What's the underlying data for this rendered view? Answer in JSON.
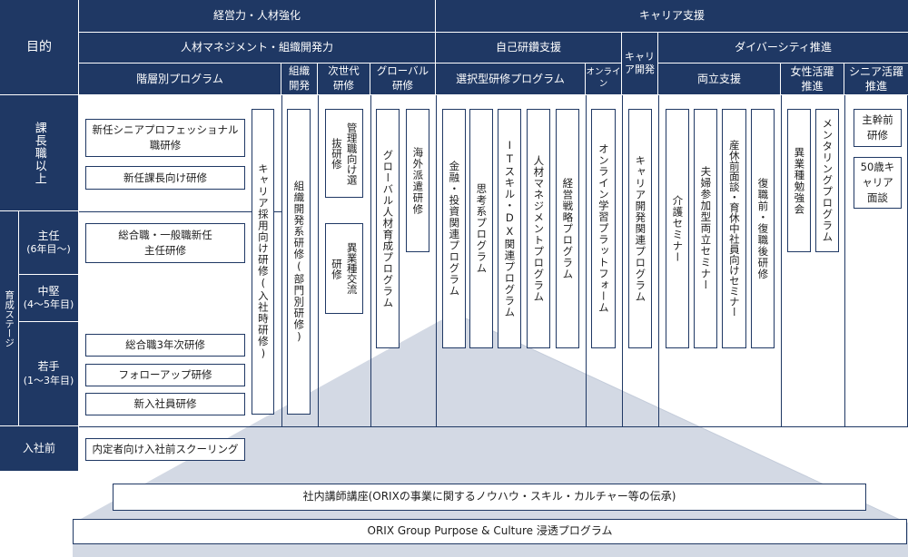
{
  "headers": {
    "purpose": "目的",
    "keiei": "経営力・人材強化",
    "career": "キャリア支援",
    "jinzai_mgmt": "人材マネジメント・組織開発力",
    "jiko": "自己研鑽支援",
    "career_dev": "キャリア開発",
    "diversity": "ダイバーシティ推進",
    "kaisou": "階層別プログラム",
    "soshiki": "組織開発",
    "jisedai": "次世代研修",
    "global": "グローバル研修",
    "sentaku": "選択型研修プログラム",
    "online": "オンライン",
    "ryoritsu": "両立支援",
    "josei": "女性活躍推進",
    "senior": "シニア活躍推進"
  },
  "stages": {
    "kacho": "課長職以上",
    "ikusei": "育成ステージ",
    "shunin": "主任",
    "shunin_sub": "(6年目〜)",
    "chuken": "中堅",
    "chuken_sub": "(4〜5年目)",
    "wakate": "若手",
    "wakate_sub": "(1〜3年目)",
    "nyusha": "入社前"
  },
  "programs": {
    "senior_pro": "新任シニアプロフェッショナル職研修",
    "new_kacho": "新任課長向け研修",
    "shunin_kensyu": "総合職・一般職新任主任研修",
    "sogo3": "総合職3年次研修",
    "followup": "フォローアップ研修",
    "shinnyu": "新入社員研修",
    "naitei": "内定者向け入社前スクーリング",
    "career_saiyo": "キャリア採用向け研修(入社時研修)",
    "soshiki_kaihatsu": "組織開発系研修(部門別研修)",
    "kanri_senbatsu": "管理職向け選抜研修",
    "igyoshu_koryu": "異業種交流研修",
    "global_jinzai": "グローバル人材育成プログラム",
    "kaigai_haken": "海外派遣研修",
    "kinyu": "金融・投資関連プログラム",
    "shiko": "思考系プログラム",
    "it_dx": "ITスキル・DX関連プログラム",
    "jinzai_program": "人材マネジメントプログラム",
    "keiei_senryaku": "経営戦略プログラム",
    "online_platform": "オンライン学習プラットフォーム",
    "career_kaihatsu": "キャリア開発関連プログラム",
    "kaigo": "介護セミナー",
    "fufu": "夫婦参加型両立セミナー",
    "sankyu": "産休前面談・育休中社員向けセミナー",
    "fukushoku": "復職前・復職後研修",
    "igyoshu_benkyo": "異業種勉強会",
    "mentoring": "メンタリングプログラム",
    "shukan": "主幹前研修",
    "career_mendan": "50歳キャリア面談",
    "shanai_koshi": "社内講師講座(ORIXの事業に関するノウハウ・スキル・カルチャー等の伝承)",
    "purpose_culture": "ORIX Group Purpose & Culture 浸透プログラム"
  },
  "colors": {
    "navy": "#1f3864",
    "triangle": "#d9dee8"
  }
}
